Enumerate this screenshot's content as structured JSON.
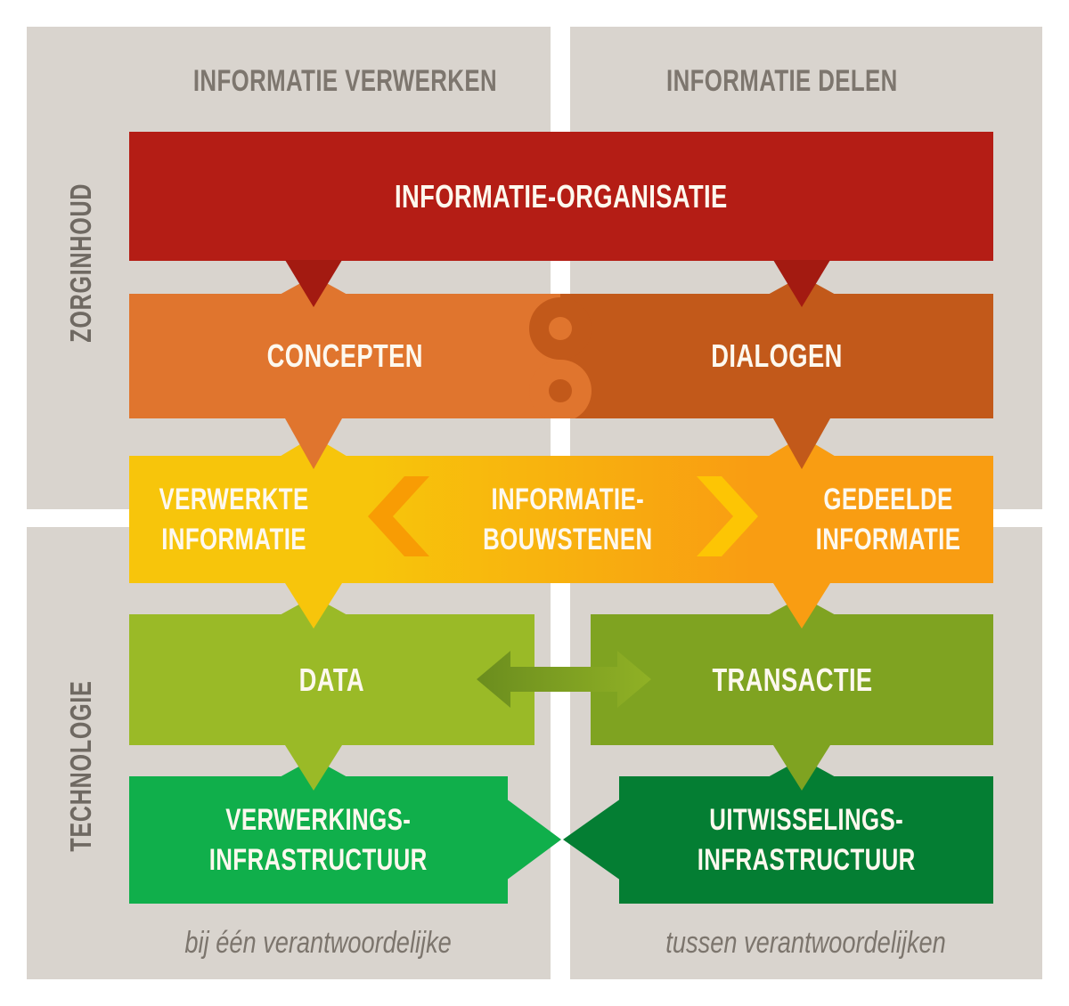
{
  "colors": {
    "panel": "#d9d4ce",
    "header-text": "#7d766e",
    "side-text": "#6f6962",
    "caption-text": "#7c756d",
    "band-text": "#fdf8ee",
    "red": "#b41d15",
    "red-tri": "#a31a11",
    "orange-light": "#e0752e",
    "orange-dark": "#c2591a",
    "yellow": "#f7c50b",
    "orange-yellow": "#f99d12",
    "chevron-orange": "#f89c04",
    "chevron-yellow": "#fdc504",
    "green-light": "#9aba27",
    "green-olive": "#7fa321",
    "arrow-a": "#6b8d1e",
    "arrow-b": "#90b125",
    "green-bright": "#10af4b",
    "green-dark": "#047e33"
  },
  "headers": {
    "left": "INFORMATIE VERWERKEN",
    "right": "INFORMATIE DELEN"
  },
  "side_labels": {
    "top": "ZORGINHOUD",
    "bottom": "TECHNOLOGIE"
  },
  "bands": {
    "organisatie": "INFORMATIE-ORGANISATIE",
    "concepten": "CONCEPTEN",
    "dialogen": "DIALOGEN",
    "verwerkte_line1": "VERWERKTE",
    "verwerkte_line2": "INFORMATIE",
    "bouwstenen_line1": "INFORMATIE-",
    "bouwstenen_line2": "BOUWSTENEN",
    "gedeelde_line1": "GEDEELDE",
    "gedeelde_line2": "INFORMATIE",
    "data": "DATA",
    "transactie": "TRANSACTIE",
    "verwerkings_line1": "VERWERKINGS-",
    "verwerkings_line2": "INFRASTRUCTUUR",
    "uitwisselings_line1": "UITWISSELINGS-",
    "uitwisselings_line2": "INFRASTRUCTUUR"
  },
  "captions": {
    "left": "bij één verantwoordelijke",
    "right": "tussen verantwoordelijken"
  }
}
